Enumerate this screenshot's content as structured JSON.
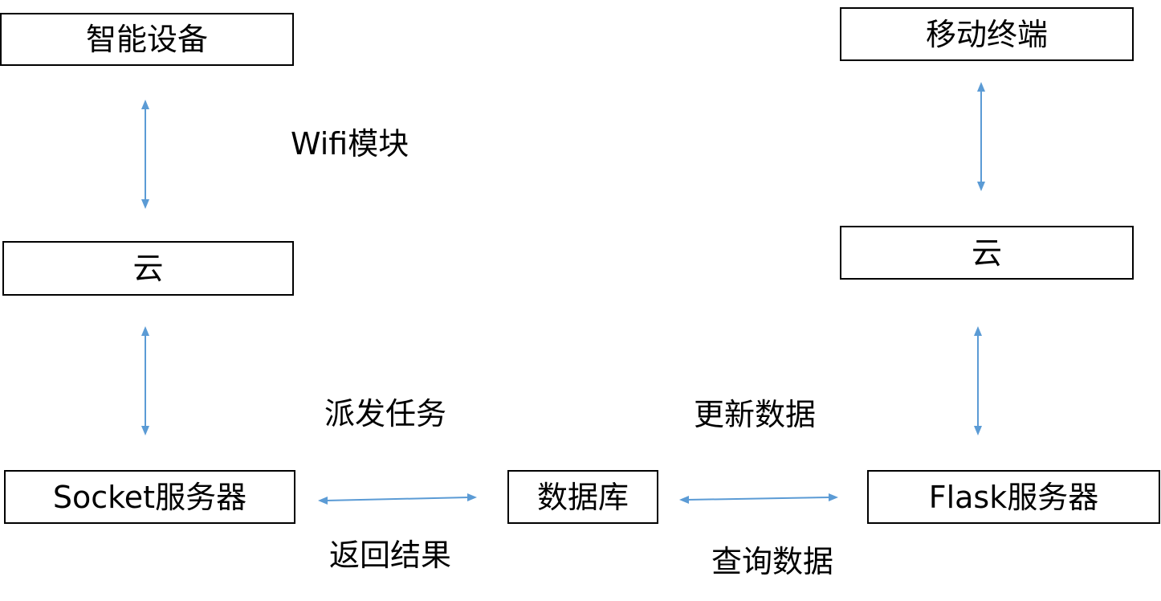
{
  "nodes": {
    "smart_device": "智能设备",
    "cloud_left": "云",
    "socket_server": "Socket服务器",
    "database": "数据库",
    "flask_server": "Flask服务器",
    "cloud_right": "云",
    "mobile_terminal": "移动终端"
  },
  "edge_labels": {
    "wifi_module": "Wifi模块",
    "dispatch_task": "派发任务",
    "return_result": "返回结果",
    "update_data": "更新数据",
    "query_data": "查询数据"
  },
  "colors": {
    "arrow": "#5b9bd5",
    "box_border": "#000000",
    "text": "#000000",
    "background": "#ffffff"
  }
}
